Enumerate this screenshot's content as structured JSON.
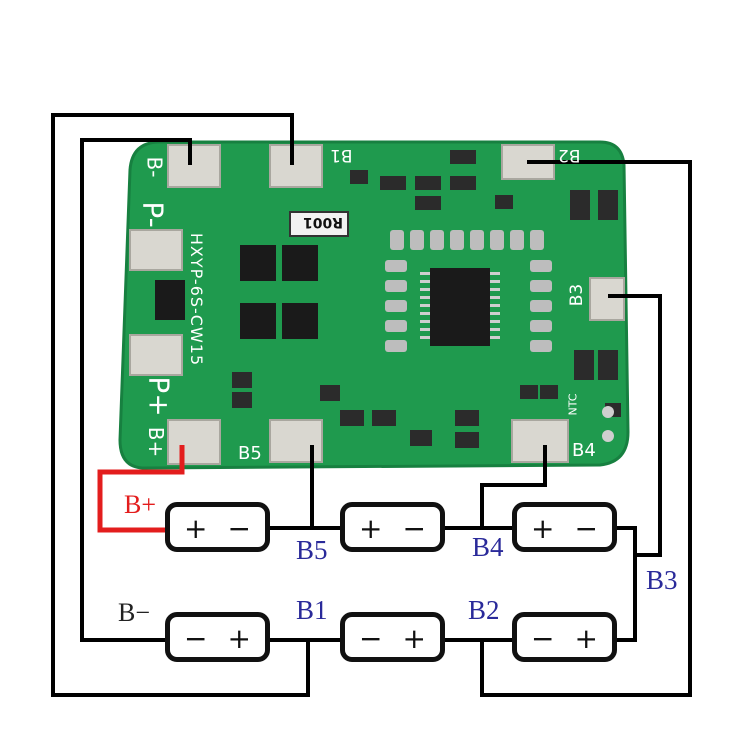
{
  "board": {
    "silkscreen_model": "HXYP-6S-CW15",
    "resistor_code": "R001",
    "pad_labels": {
      "b_minus": "B-",
      "p_minus": "P-",
      "p_plus": "P+",
      "b_plus": "B+",
      "b1": "B1",
      "b2": "B2",
      "b3": "B3",
      "b4": "B4",
      "b5": "B5",
      "ntc": "NTC"
    }
  },
  "wire_labels": {
    "b_plus": "B+",
    "b_minus": "B−",
    "b1": "B1",
    "b2": "B2",
    "b3": "B3",
    "b4": "B4",
    "b5": "B5"
  },
  "cells": {
    "top": [
      {
        "left": "+",
        "right": "−"
      },
      {
        "left": "+",
        "right": "−"
      },
      {
        "left": "+",
        "right": "−"
      }
    ],
    "bottom": [
      {
        "left": "−",
        "right": "+"
      },
      {
        "left": "−",
        "right": "+"
      },
      {
        "left": "−",
        "right": "+"
      }
    ]
  },
  "colors": {
    "pcb": "#1f9a4e",
    "pad": "#d9d7d0",
    "wire": "#000000",
    "b_plus_wire": "#e31d1d",
    "label_blue": "#2a2a9a"
  }
}
